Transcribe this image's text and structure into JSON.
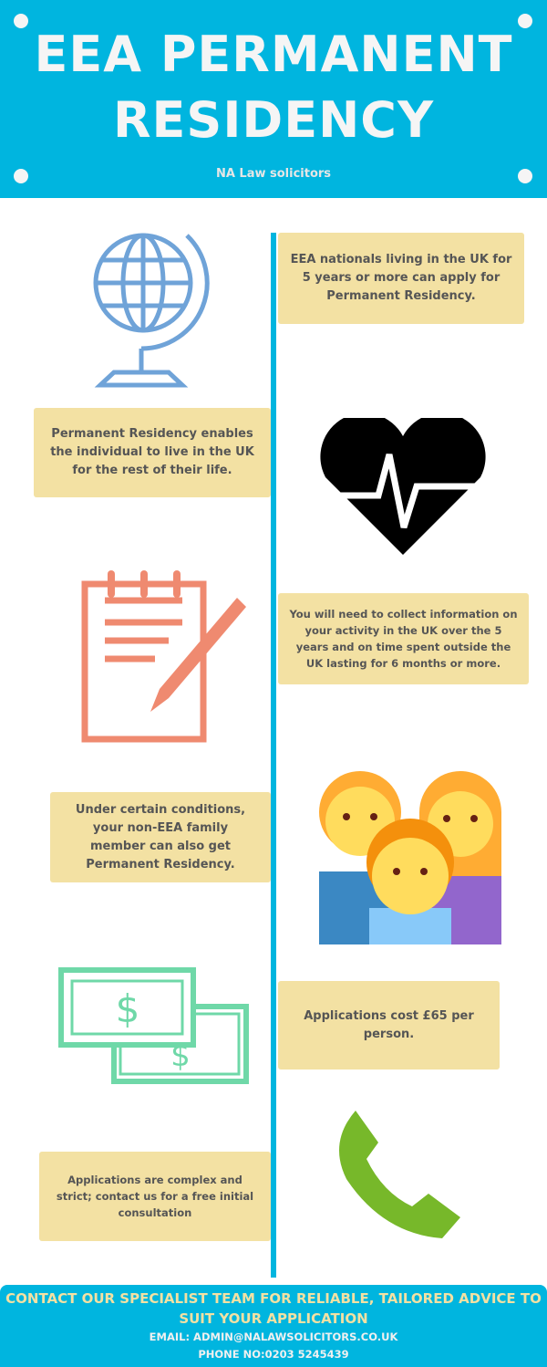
{
  "header": {
    "title_line1": "EEA PERMANENT",
    "title_line2": "RESIDENCY",
    "subtitle": "NA Law solicitors"
  },
  "colors": {
    "brand_blue": "#00b5df",
    "box_fill": "#f3e1a3",
    "text": "#555555"
  },
  "items": [
    {
      "text": "EEA nationals living in the UK for 5 years or more can apply for Permanent Residency.",
      "icon": "globe-icon"
    },
    {
      "text": "Permanent Residency enables the individual to live in the UK for the rest of their life.",
      "icon": "heartbeat-icon"
    },
    {
      "text": "You will need to collect information on your activity in the UK over the 5 years and on time spent outside the UK lasting for 6 months or more.",
      "icon": "notepad-pencil-icon"
    },
    {
      "text": "Under certain conditions, your non-EEA family member can also get Permanent Residency.",
      "icon": "family-icon"
    },
    {
      "text": "Applications cost £65 per person.",
      "icon": "banknotes-icon"
    },
    {
      "text": "Applications are complex and strict; contact us for a free initial consultation",
      "icon": "phone-icon"
    }
  ],
  "footer": {
    "cta": "CONTACT OUR SPECIALIST TEAM FOR RELIABLE, TAILORED ADVICE TO SUIT YOUR APPLICATION",
    "email": "EMAIL: ADMIN@NALAWSOLICITORS.CO.UK",
    "phone": "PHONE NO:0203 5245439"
  }
}
